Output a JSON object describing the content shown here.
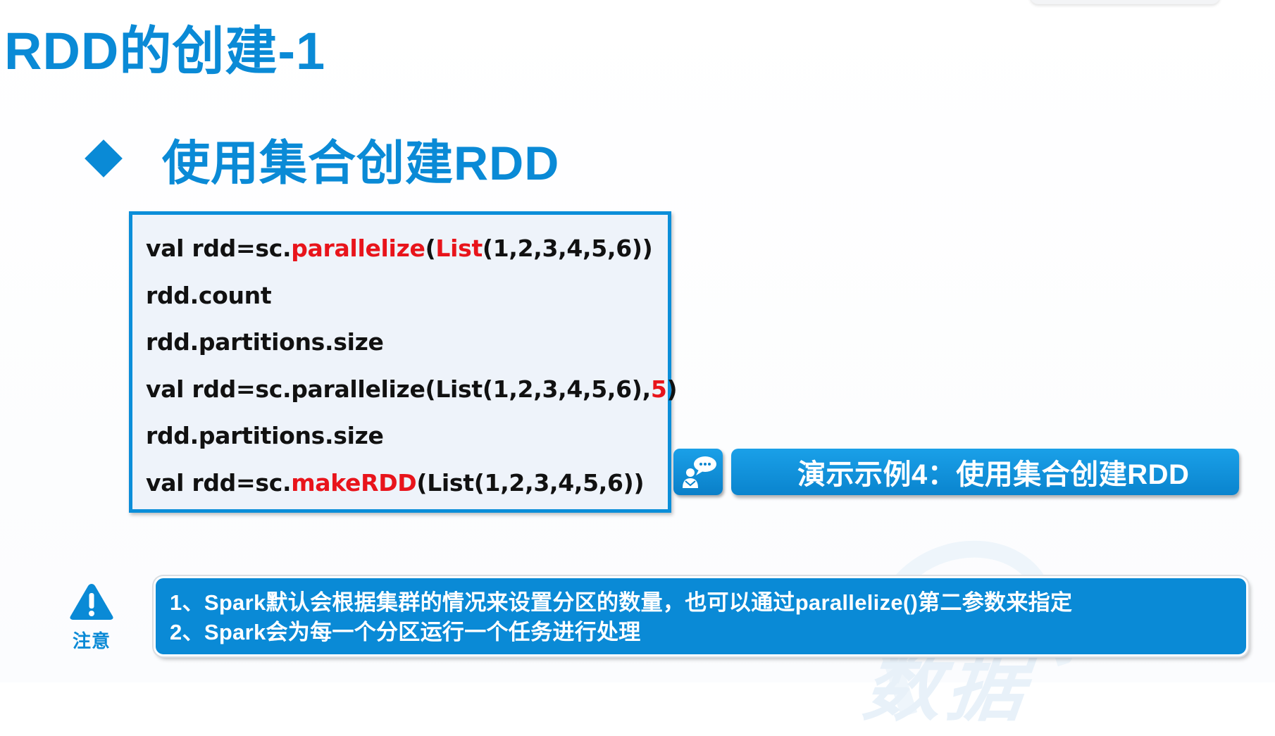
{
  "slide": {
    "title": "RDD的创建-1",
    "bullet_heading": "使用集合创建RDD"
  },
  "code_lines": [
    {
      "segments": [
        {
          "text": "val rdd=sc.",
          "highlight": false
        },
        {
          "text": "parallelize",
          "highlight": true
        },
        {
          "text": "(",
          "highlight": false
        },
        {
          "text": "List",
          "highlight": true
        },
        {
          "text": "(1,2,3,4,5,6))",
          "highlight": false
        }
      ]
    },
    {
      "segments": [
        {
          "text": "rdd.count",
          "highlight": false
        }
      ]
    },
    {
      "segments": [
        {
          "text": "rdd.partitions.size",
          "highlight": false
        }
      ]
    },
    {
      "segments": [
        {
          "text": "val rdd=sc.parallelize(List(1,2,3,4,5,6),",
          "highlight": false
        },
        {
          "text": "5",
          "highlight": true
        },
        {
          "text": ")",
          "highlight": false
        }
      ]
    },
    {
      "segments": [
        {
          "text": "rdd.partitions.size",
          "highlight": false
        }
      ]
    },
    {
      "segments": [
        {
          "text": "val rdd=sc.",
          "highlight": false
        },
        {
          "text": "makeRDD",
          "highlight": true
        },
        {
          "text": "(List(1,2,3,4,5,6))",
          "highlight": false
        }
      ]
    }
  ],
  "demo": {
    "icon": "presenter-speech-bubble-icon",
    "label": "演示示例4：使用集合创建RDD"
  },
  "notice": {
    "icon": "warning-triangle-icon",
    "label": "注意",
    "lines": [
      "1、Spark默认会根据集群的情况来设置分区的数量，也可以通过parallelize()第二参数来指定",
      "2、Spark会为每一个分区运行一个任务进行处理"
    ]
  },
  "colors": {
    "accent_blue": "#0a8ad6",
    "code_highlight_red": "#e8141b",
    "code_background": "#eef3fa"
  }
}
